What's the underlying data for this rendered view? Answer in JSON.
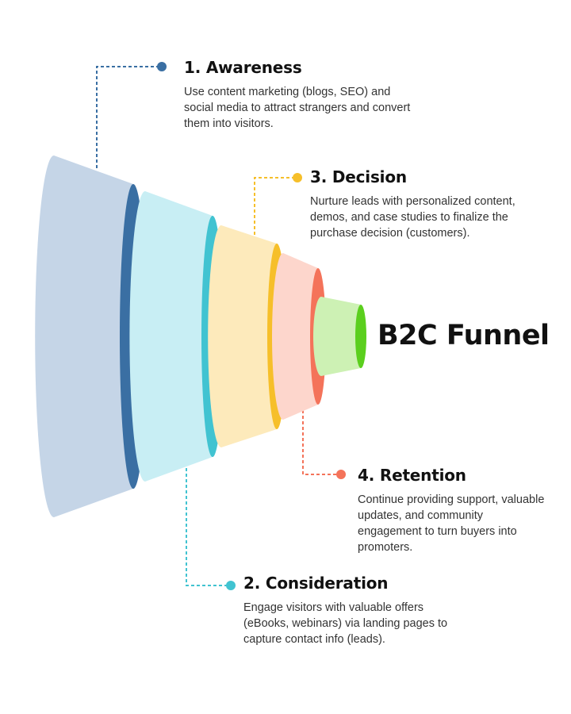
{
  "funnel_title": "B2C Funnel",
  "stages": [
    {
      "title": "1. Awareness",
      "description": "Use content marketing (blogs, SEO) and social media to attract strangers and convert them into visitors.",
      "color_light": "#c5d5e7",
      "color_dark": "#3a6fa3"
    },
    {
      "title": "2. Consideration",
      "description": "Engage visitors with valuable offers (eBooks, webinars) via landing pages to capture contact info (leads).",
      "color_light": "#c8eef4",
      "color_dark": "#41c3d1"
    },
    {
      "title": "3. Decision",
      "description": "Nurture leads with personalized content, demos, and case studies to finalize the purchase decision (customers).",
      "color_light": "#fdeabb",
      "color_dark": "#f6bf2a"
    },
    {
      "title": "4. Retention",
      "description": "Continue providing support, valuable updates, and community engagement to turn buyers into promoters.",
      "color_light": "#fdd6cc",
      "color_dark": "#f4735a"
    },
    {
      "color_light": "#cdf1b4",
      "color_dark": "#5bcf1e"
    }
  ]
}
